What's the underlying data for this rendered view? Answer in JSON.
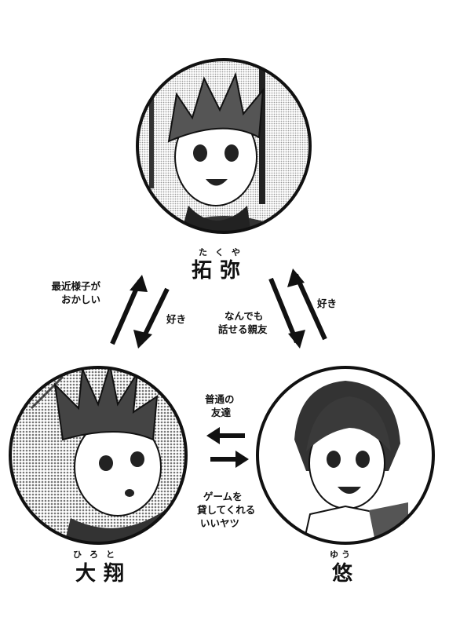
{
  "characters": {
    "takuya": {
      "ruby": "たくや",
      "name": "拓弥"
    },
    "hiroto": {
      "ruby": "ひろと",
      "name": "大翔"
    },
    "yuu": {
      "ruby": "ゆう",
      "name": "悠"
    }
  },
  "relations": {
    "takuya_to_hiroto": [
      "最近様子が",
      "おかしい"
    ],
    "hiroto_to_takuya": [
      "好き"
    ],
    "takuya_to_yuu": [
      "なんでも",
      "話せる親友"
    ],
    "yuu_to_takuya": [
      "好き"
    ],
    "yuu_to_hiroto": [
      "普通の",
      "友達"
    ],
    "hiroto_to_yuu": [
      "ゲームを",
      "貸してくれる",
      "いいヤツ"
    ]
  },
  "colors": {
    "ink": "#111111",
    "screentone": "#9a9a9a",
    "paper": "#ffffff"
  }
}
